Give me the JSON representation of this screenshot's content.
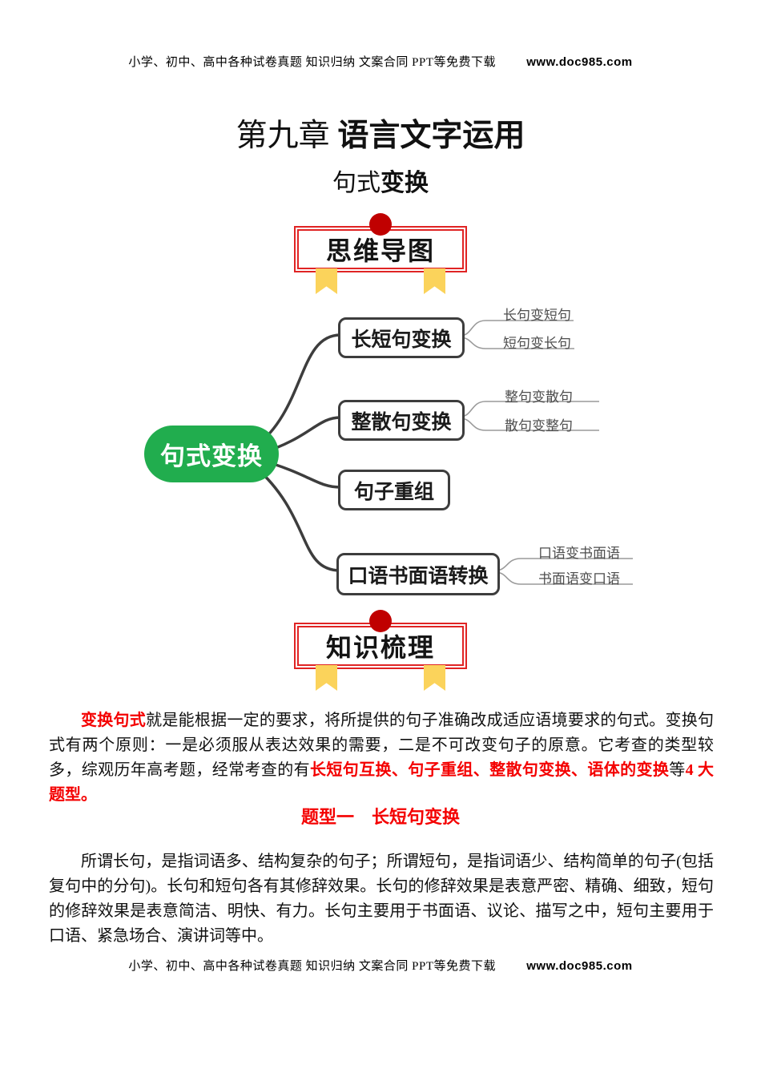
{
  "header": {
    "text": "小学、初中、高中各种试卷真题 知识归纳 文案合同 PPT等免费下载",
    "url": "www.doc985.com"
  },
  "title": {
    "parts": [
      "第九章 ",
      "语言文字运用"
    ]
  },
  "subtitle": {
    "parts": [
      "句式",
      "变换"
    ]
  },
  "banners": {
    "mindmap": "思维导图",
    "knowledge": "知识梳理"
  },
  "mindmap": {
    "root": "句式变换",
    "branches": [
      {
        "label": "长短句变换",
        "children": [
          "长句变短句",
          "短句变长句"
        ]
      },
      {
        "label": "整散句变换",
        "children": [
          "整句变散句",
          "散句变整句"
        ]
      },
      {
        "label": "句子重组",
        "children": []
      },
      {
        "label": "口语书面语转换",
        "children": [
          "口语变书面语",
          "书面语变口语"
        ]
      }
    ],
    "colors": {
      "root_bg": "#21ad4e",
      "root_text": "#ffffff",
      "box_border": "#3d3d3d",
      "leaf_line": "#9a9a9a"
    }
  },
  "intro": {
    "segments": [
      {
        "text": "变换句式",
        "style": "red-bold"
      },
      {
        "text": "就是能根据一定的要求，将所提供的句子准确改成适应语境要求的句式。变换句式有两个原则：一是必须服从表达效果的需要，二是不可改变句子的原意。它考查的类型较多，综观历年高考题，经常考查的有",
        "style": "normal"
      },
      {
        "text": "长短句互换、句子重组、整散句变换、语体的变换",
        "style": "red-bold"
      },
      {
        "text": "等",
        "style": "normal"
      },
      {
        "text": "4 大题型。",
        "style": "red-bold"
      }
    ]
  },
  "section1": {
    "heading": "题型一　长短句变换",
    "body": "所谓长句，是指词语多、结构复杂的句子；所谓短句，是指词语少、结构简单的句子(包括复句中的分句)。长句和短句各有其修辞效果。长句的修辞效果是表意严密、精确、细致，短句的修辞效果是表意简洁、明快、有力。长句主要用于书面语、议论、描写之中，短句主要用于口语、紧急场合、演讲词等中。"
  },
  "footer": {
    "text": "小学、初中、高中各种试卷真题 知识归纳 文案合同 PPT等免费下载",
    "url": "www.doc985.com"
  },
  "accent_colors": {
    "banner_border_red": "#e02424",
    "banner_circle_red": "#c00000",
    "ribbon_yellow": "#fbd35b",
    "text_red": "#f40000"
  }
}
